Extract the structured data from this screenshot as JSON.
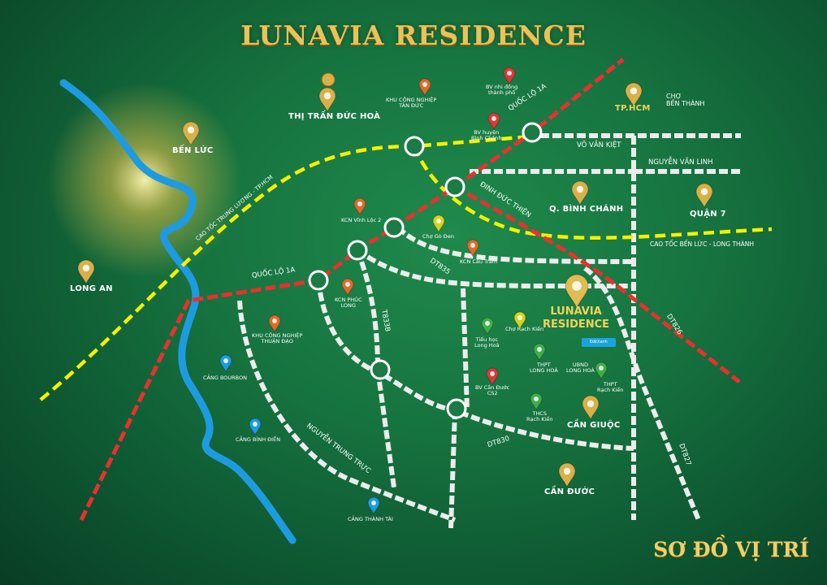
{
  "title": "LUNAVIA RESIDENCE",
  "footer": "SƠ ĐỒ VỊ TRÍ",
  "project": {
    "line1": "LUNAVIA",
    "line2": "RESIDENCE"
  },
  "colors": {
    "accent_gold": "#f2d35a",
    "highway": "#e8312f",
    "expressway": "#f5f000",
    "road": "#e8e8e8",
    "river": "#1e9be0"
  },
  "areas": {
    "ben_luc": "BẾN LỨC",
    "long_an": "LONG AN",
    "duc_hoa": "THỊ TRẤN ĐỨC HOÀ",
    "tphcm": "TP.HCM",
    "binh_chanh": "Q. BÌNH CHÁNH",
    "quan7": "QUẬN 7",
    "can_giuoc": "CẦN GIUỘC",
    "can_duoc": "CẦN ĐƯỚC",
    "cho_ben_thanh": "CHỢ\nBẾN THÀNH"
  },
  "roads": {
    "ql1a_top": "QUỐC LỘ 1A",
    "ql1a_left": "QUỐC LỘ 1A",
    "vo_van_kiet": "VÕ VĂN KIỆT",
    "nguyen_van_linh": "NGUYỄN VĂN LINH",
    "dinh_duc_thien": "ĐINH ĐỨC THIỆN",
    "cao_toc_ben_luc": "CAO TỐC BẾN LỨC - LONG THÀNH",
    "cao_toc_trung_luong": "CAO TỐC TRUNG LƯƠNG - TP.HCM",
    "dt835": "DT835",
    "t833b": "T833B",
    "dt826": "DT826",
    "dt830": "DT830",
    "dt827": "DT827",
    "nguyen_trung_truc": "NGUYỄN TRUNG TRỰC"
  },
  "pois": {
    "kcn_tan_duc": "KHU CÔNG NGHIỆP\nTÂN ĐỨC",
    "bv_nhi_dong": "BV nhi đồng\nthành phố",
    "bv_binh_chanh": "BV huyện\nBình Chánh",
    "kcn_vinh_loc": "KCN Vĩnh Lộc 2",
    "cho_go_den": "Chợ Gò Đen",
    "kcn_cau_tram": "KCN Cầu Tràm",
    "kcn_phuc_long": "KCN PHÚC\nLONG",
    "kcn_thuan_dao": "KHU CÔNG NGHIỆP\nTHUẬN ĐẠO",
    "cang_bourbon": "CẢNG BOURBON",
    "cang_binh_dien": "CẢNG BÌNH ĐIỀN",
    "cang_thanh_tai": "CẢNG THÀNH TÀI",
    "cho_rach_kien": "Chợ Rạch Kiến",
    "tieu_hoc": "Tiểu học\nLong Hoà",
    "thpt_long_hoa": "THPT\nLONG HOÀ",
    "ubnd": "UBND\nLONG HOÀ",
    "thpt_rach_kien": "THPT\nRạch Kiến",
    "bv_can_duoc": "BV Cần Đước\nCS2",
    "thcs": "THCS\nRạch Kiến",
    "logo_text": "ĐấtXanh"
  }
}
